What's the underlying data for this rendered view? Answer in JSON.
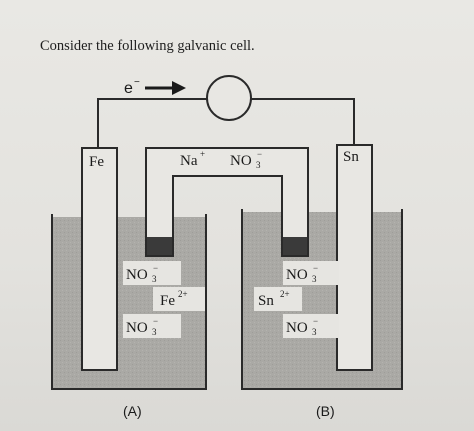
{
  "question": "Consider the following galvanic cell.",
  "diagram": {
    "electron_label": "e",
    "electron_superscript": "−",
    "left_electrode": "Fe",
    "right_electrode": "Sn",
    "salt_bridge_cation": "Na",
    "salt_bridge_cation_charge": "+",
    "salt_bridge_anion": "NO",
    "salt_bridge_anion_sub": "3",
    "salt_bridge_anion_charge": "−",
    "left_ions": {
      "anion_top": "NO",
      "anion_top_sub": "3",
      "anion_top_charge": "−",
      "cation": "Fe",
      "cation_charge": "2+",
      "anion_bottom": "NO",
      "anion_bottom_sub": "3",
      "anion_bottom_charge": "−"
    },
    "right_ions": {
      "anion_top": "NO",
      "anion_top_sub": "3",
      "anion_top_charge": "−",
      "cation": "Sn",
      "cation_charge": "2+",
      "anion_bottom": "NO",
      "anion_bottom_sub": "3",
      "anion_bottom_charge": "−"
    },
    "left_beaker_label": "(A)",
    "right_beaker_label": "(B)",
    "colors": {
      "solution": "#a9a8a4",
      "outline": "#2a2a2a",
      "plug": "#3a3a3a",
      "label_box": "#e8e7e3"
    }
  }
}
